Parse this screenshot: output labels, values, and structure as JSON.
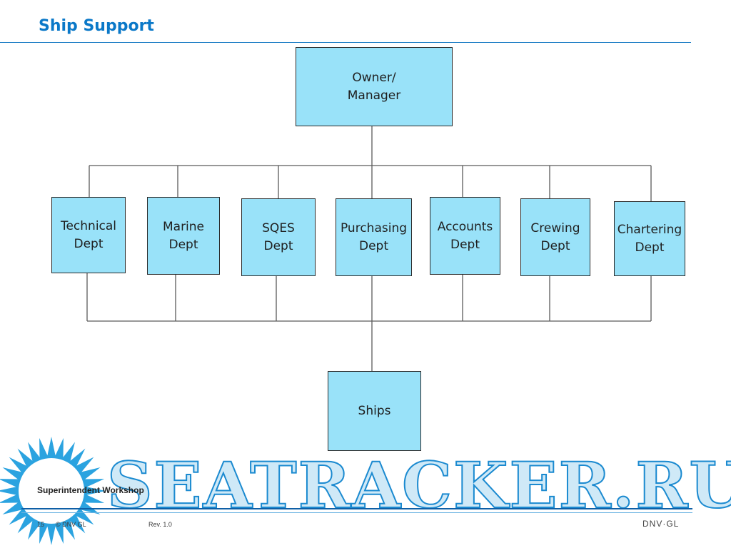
{
  "header": {
    "title": "Ship Support"
  },
  "org_chart": {
    "top": "Owner/\nManager",
    "departments": [
      "Technical\nDept",
      "Marine\nDept",
      "SQES\nDept",
      "Purchasing\nDept",
      "Accounts\nDept",
      "Crewing\nDept",
      "Chartering\nDept"
    ],
    "bottom": "Ships"
  },
  "watermark": "SEATRACKER.RU",
  "footer": {
    "workshop": "Superintendent Workshop",
    "page_number": "15",
    "copyright": "© DNV GL",
    "revision": "Rev. 1.0",
    "brand": "DNV·GL"
  },
  "colors": {
    "box_fill": "#99e2f9",
    "title": "#0a78c8",
    "rule": "#1a7cc4",
    "star": "#2ba3e0"
  }
}
